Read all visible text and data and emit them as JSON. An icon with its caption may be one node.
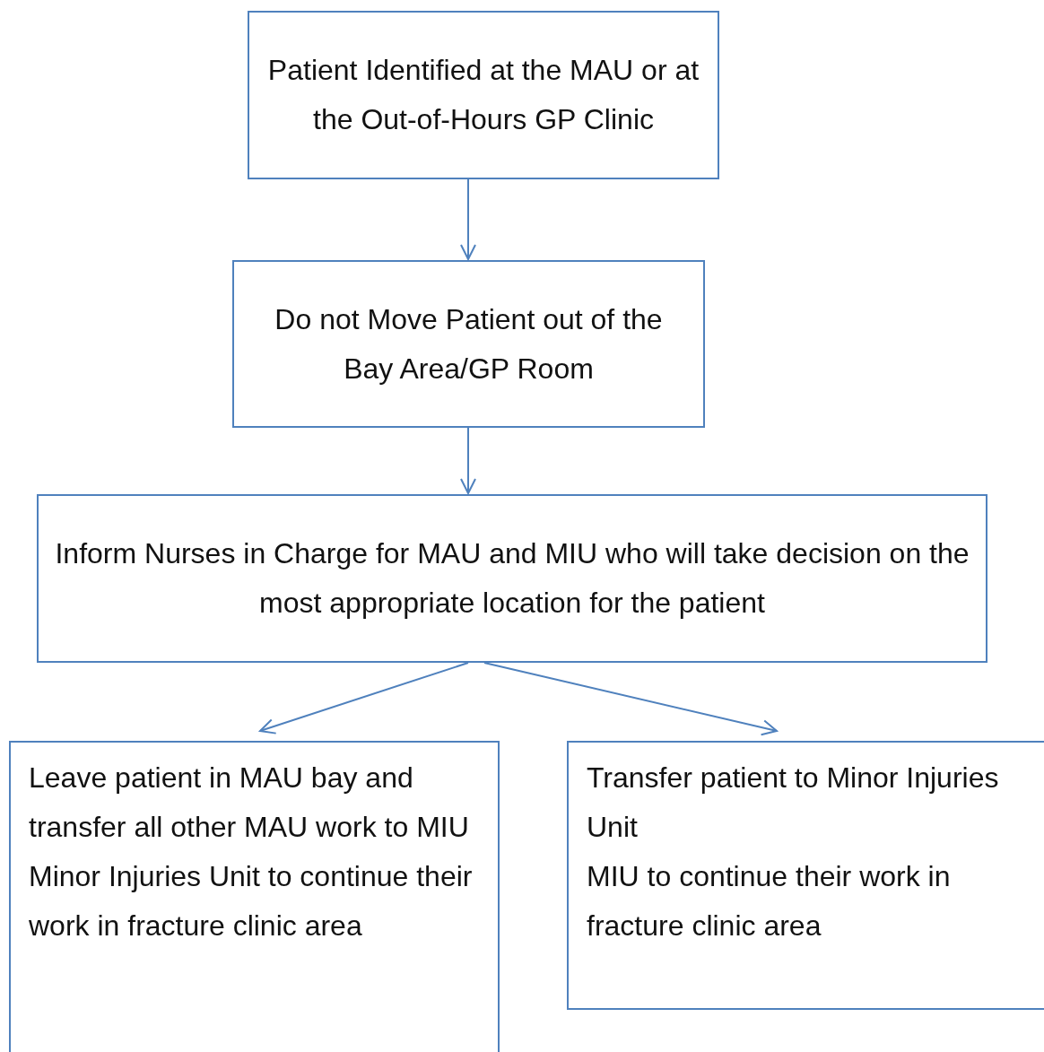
{
  "diagram": {
    "nodes": [
      {
        "text": [
          "Patient Identified at the MAU or at the Out-of-Hours GP Clinic"
        ]
      },
      {
        "text": [
          "Do not Move Patient out of the Bay Area/GP Room"
        ]
      },
      {
        "text": [
          "Inform Nurses in Charge for MAU and MIU who will take decision on the most appropriate location for the patient"
        ]
      },
      {
        "text": [
          "Leave patient in MAU bay and transfer all other MAU work to MIU",
          "Minor Injuries Unit to continue their work in fracture clinic area"
        ]
      },
      {
        "text": [
          "Transfer patient to Minor Injuries Unit",
          "MIU to continue their work in fracture clinic area"
        ]
      }
    ],
    "edges": [
      {
        "from": 0,
        "to": 1,
        "arrow": "to"
      },
      {
        "from": 1,
        "to": 2,
        "arrow": "to"
      },
      {
        "from": 2,
        "to": 3,
        "arrow": "to"
      },
      {
        "from": 2,
        "to": 4,
        "arrow": "to"
      }
    ]
  }
}
